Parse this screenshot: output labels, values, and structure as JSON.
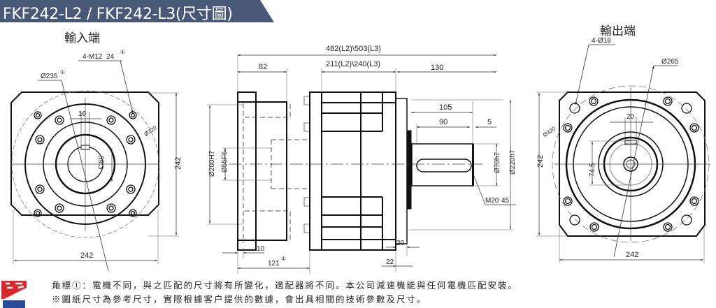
{
  "header": {
    "title": "FKF242-L2 / FKF242-L3(尺寸圖)"
  },
  "colors": {
    "banner": "#4a5878",
    "line": "#111111",
    "thin": "#555555",
    "logo_red": "#d8292f",
    "logo_blue": "#2c4a9a"
  },
  "input_view": {
    "label": "輸入端",
    "bolt_callout": "4-M12",
    "bolt_depth": "24",
    "pcd_callout": "Ø235",
    "flange_dia": "Ø320",
    "key_width": "16",
    "key_height": "59.3",
    "height": "242",
    "width": "242"
  },
  "side_view": {
    "total_length": "482(L2)\\503(L3)",
    "body_length": "211(L2)\\240(L3)",
    "input_length": "82",
    "output_length": "130",
    "shaft_length": "105",
    "key_length": "90",
    "key_offset": "5",
    "pilot_dia": "Ø200H7",
    "bore_dia": "Ø55F6",
    "shaft_dia": "Ø70h7",
    "spigot_dia": "Ø220h7",
    "thread": "M20",
    "thread_depth": "45",
    "flange_thk": "10",
    "adapter_length": "121",
    "spigot_len": "20",
    "flange_len": "22"
  },
  "output_view": {
    "label": "輸出端",
    "hole_callout": "4-Ø18",
    "pcd": "Ø265",
    "flange_dia": "Ø320",
    "key_width": "20",
    "key_height": "74.5",
    "height": "242",
    "width": "242"
  },
  "notes": {
    "line1": "角標①：電機不同，與之匹配的尺寸將有所變化，適配器將不同。本公司減速機能與任何電機匹配安裝。",
    "line2": "※圖紙尺寸為參考尺寸，實際根據客户提供的數據，會出具相關的技術參數及尺寸。"
  },
  "mark": "①"
}
